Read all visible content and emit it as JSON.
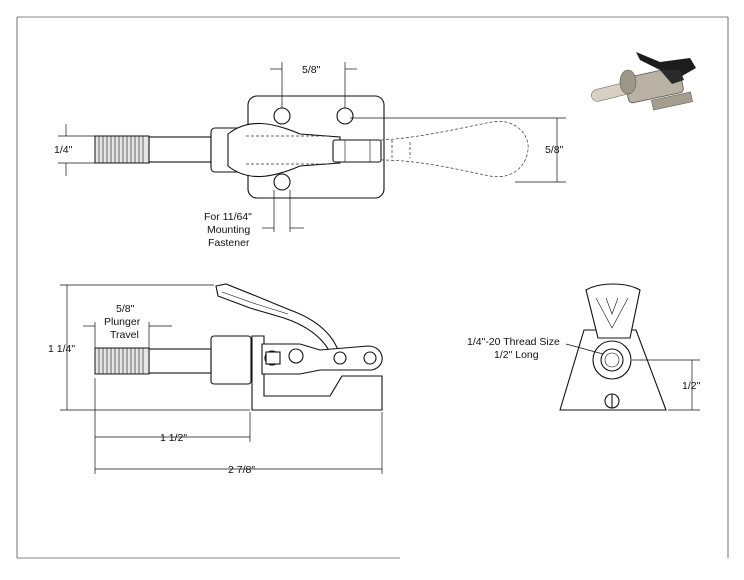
{
  "drawing": {
    "top_view": {
      "hole_spacing": "5/8\"",
      "bolt_diameter": "1/4\"",
      "handle_width": "5/8\"",
      "mounting_note": [
        "For 11/64\"",
        "Mounting",
        "Fastener"
      ]
    },
    "side_view": {
      "plunger_travel": [
        "5/8\"",
        "Plunger",
        "Travel"
      ],
      "height": "1 1/4\"",
      "base_to_tip": "1 1/2\"",
      "overall_length": "2 7/8\""
    },
    "end_view": {
      "thread_note": [
        "1/4\"-20 Thread Size",
        "1/2\" Long"
      ],
      "center_height": "1/2\""
    }
  },
  "colors": {
    "line": "#111111",
    "shade": "#e6e6e6",
    "photo_body": "#b9b2a3",
    "photo_handle": "#1c1c1c"
  }
}
